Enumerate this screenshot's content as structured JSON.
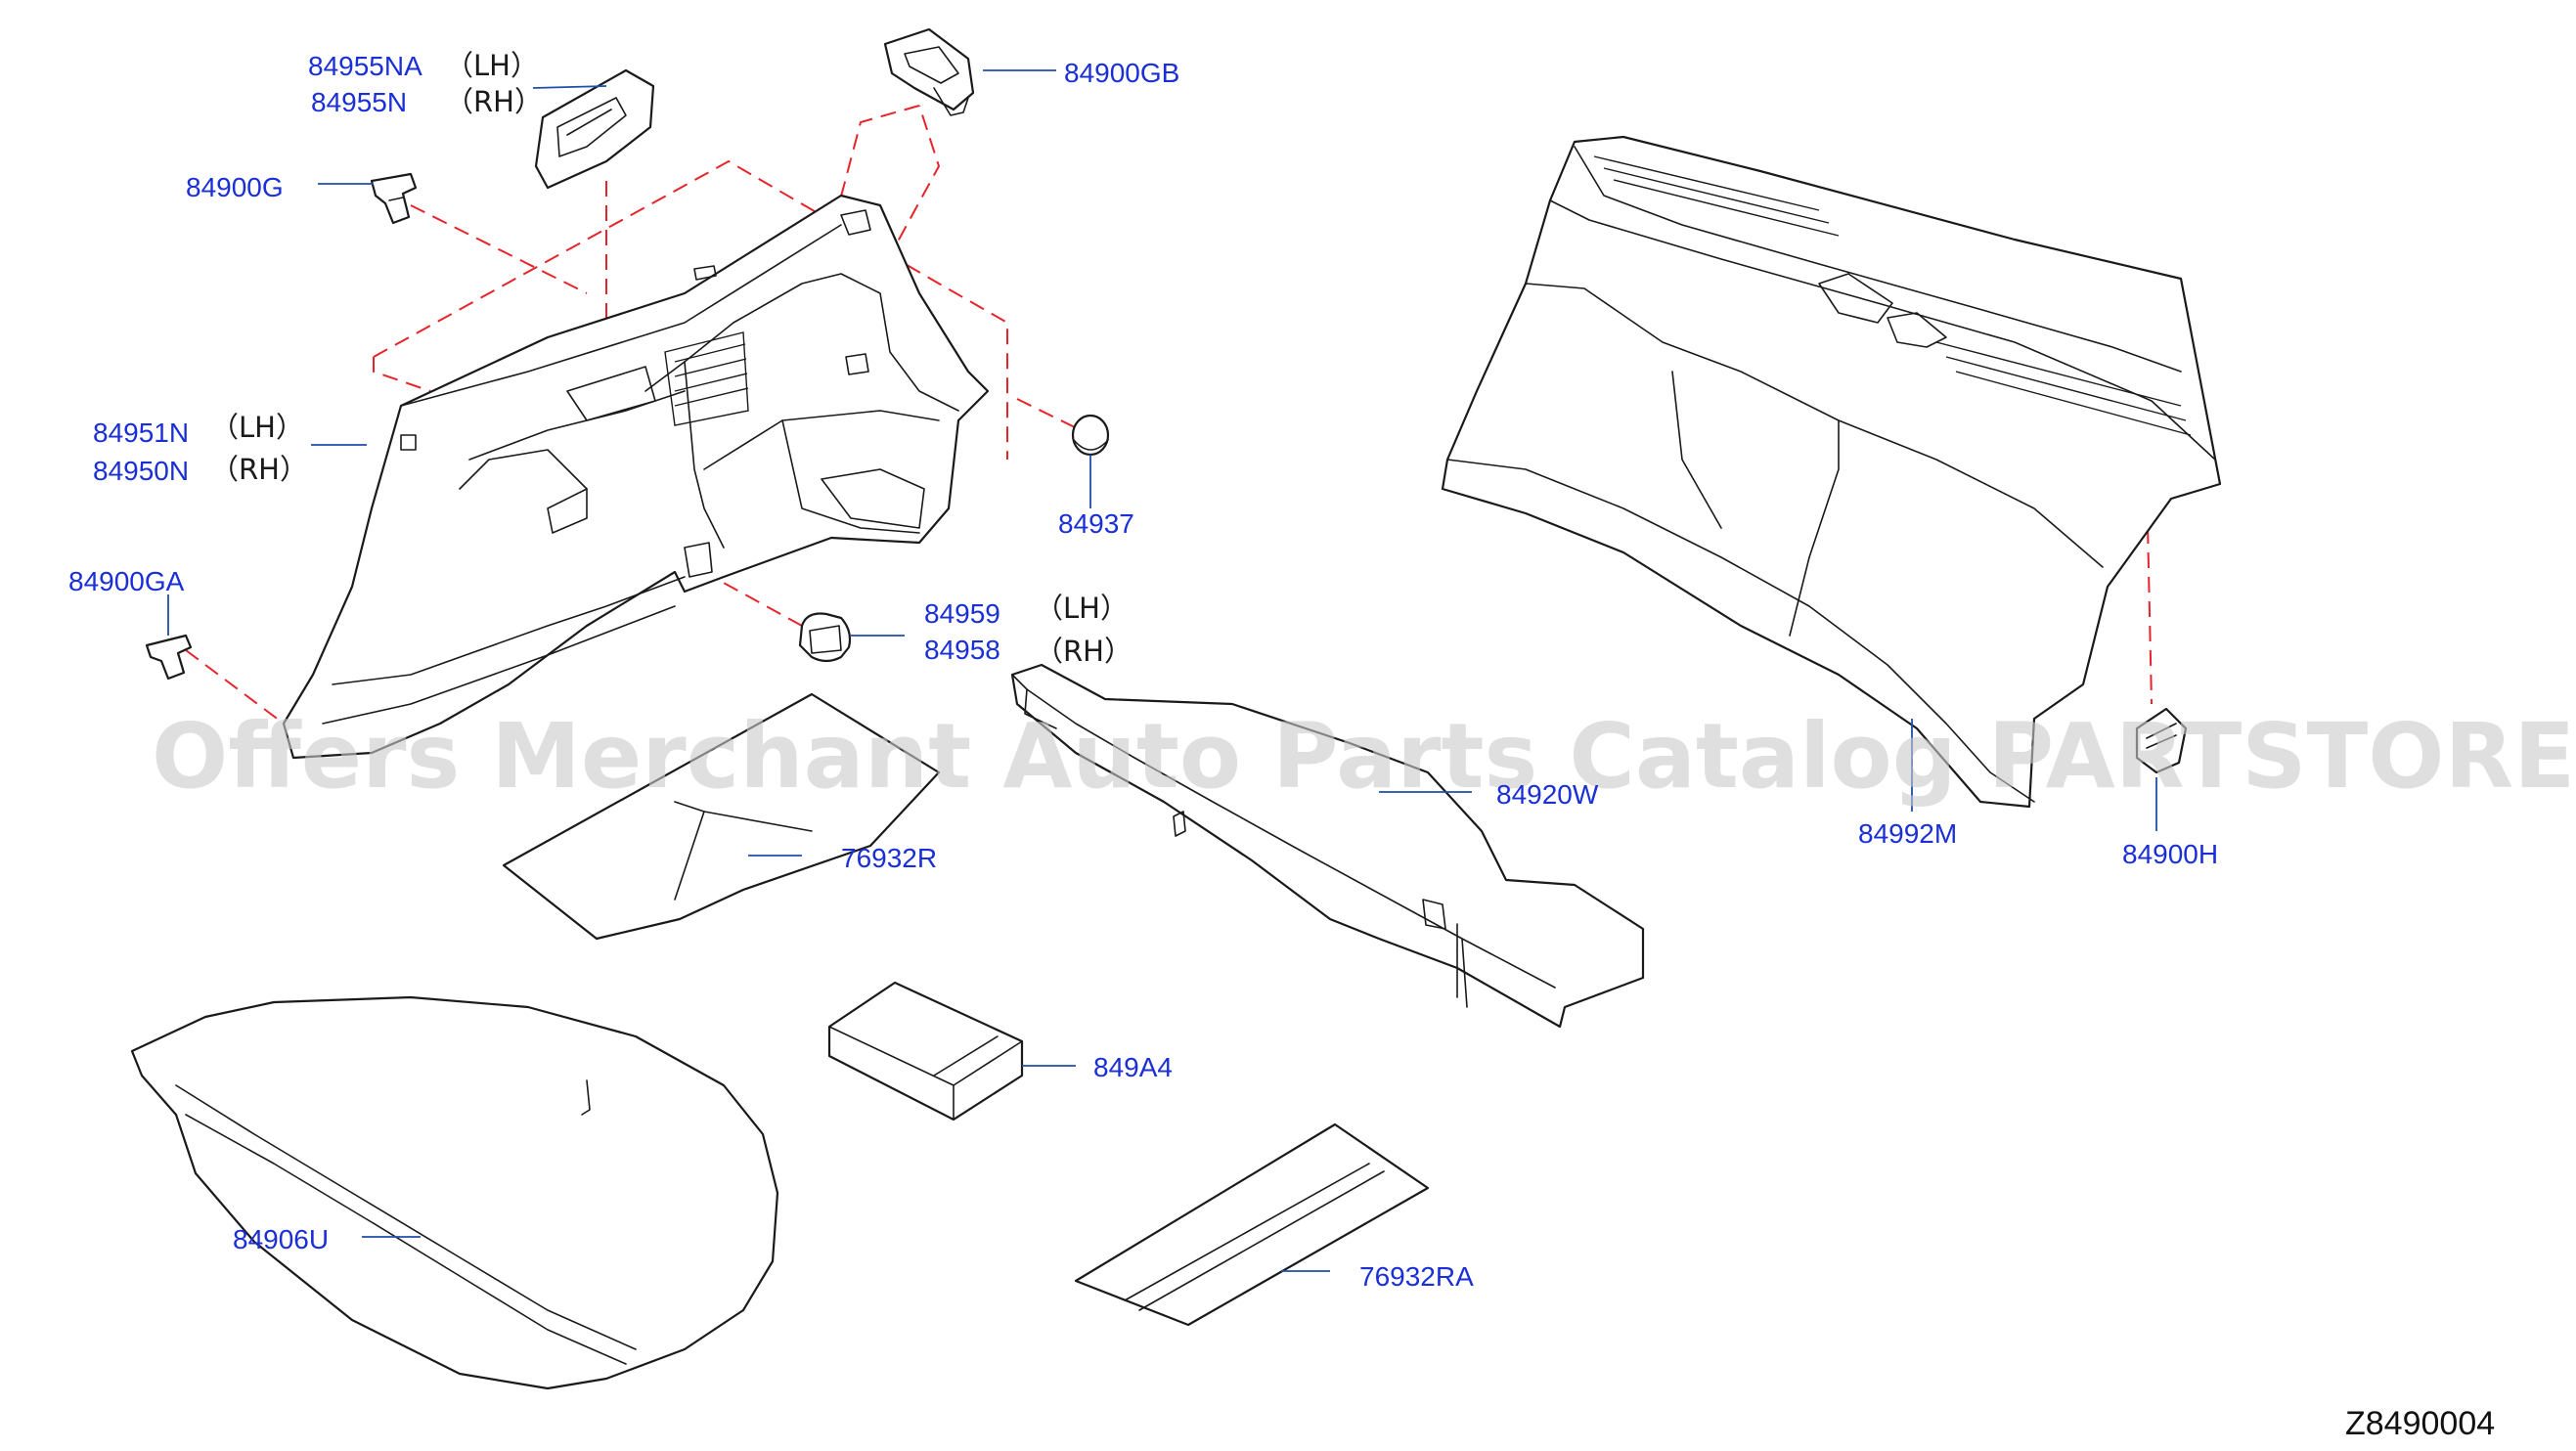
{
  "labels": {
    "p84955NA": "84955NA",
    "p84955N": "84955N",
    "p84900G": "84900G",
    "p84900GB": "84900GB",
    "p84951N": "84951N",
    "p84950N": "84950N",
    "p84900GA": "84900GA",
    "p84937": "84937",
    "p84959": "84959",
    "p84958": "84958",
    "p76932R": "76932R",
    "p84920W": "84920W",
    "p849A4": "849A4",
    "p84906U": "84906U",
    "p76932RA": "76932RA",
    "p84992M": "84992M",
    "p84900H": "84900H"
  },
  "sides": {
    "lh": "（LH）",
    "rh": "（RH）"
  },
  "watermark": "Offers Merchant Auto Parts Catalog PARTSTORE.SA",
  "diagram_code": "Z8490004",
  "colors": {
    "label_text": "#1a2fd6",
    "leader_line": "#1f4fa8",
    "dashed_guide": "#e8242b",
    "outline": "#1a1a1a"
  }
}
